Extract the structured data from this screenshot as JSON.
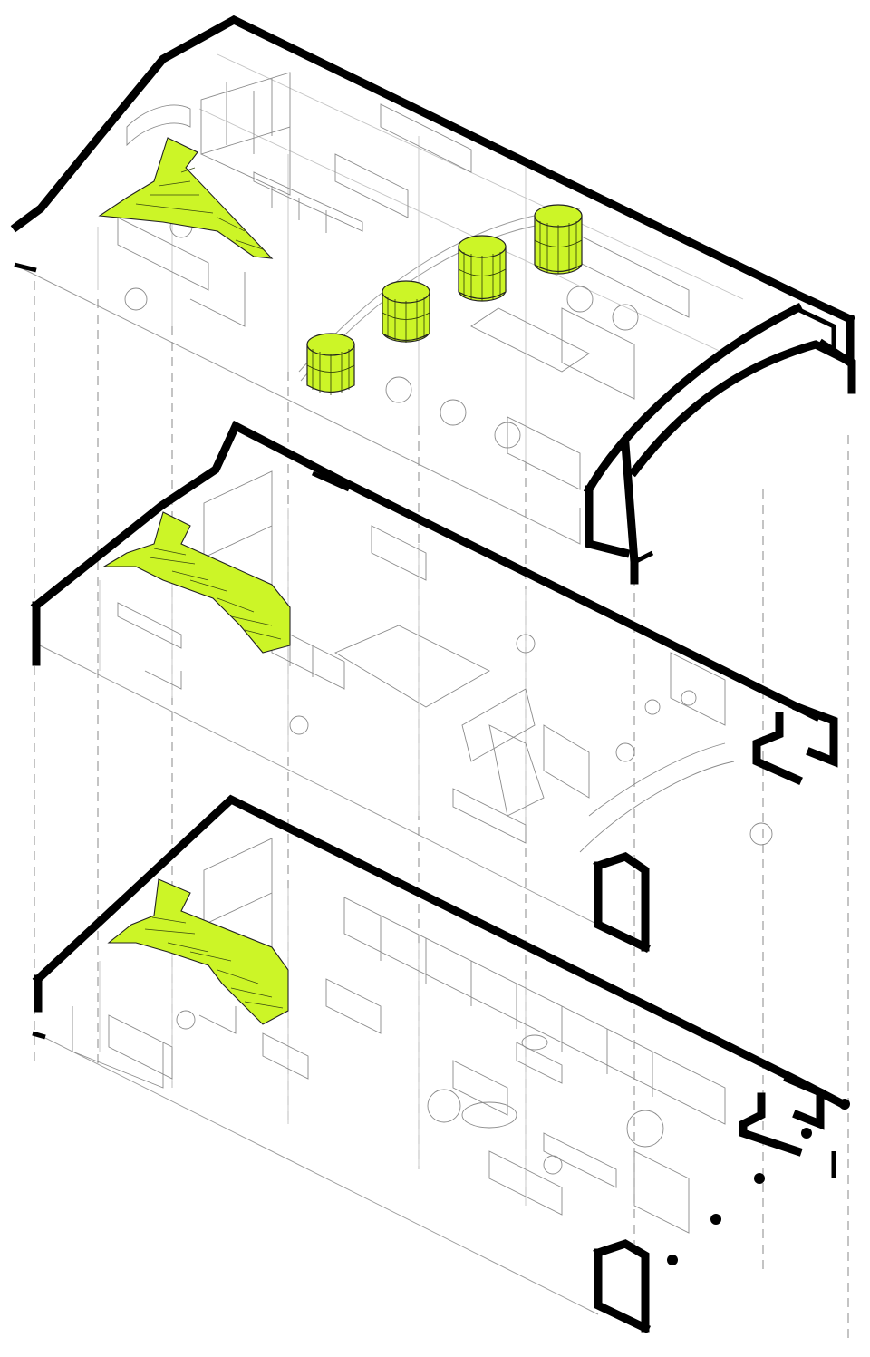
{
  "diagram": {
    "accent_color": "#ccf527",
    "line_color": "#000000",
    "floors": [
      "top-floor",
      "middle-floor",
      "bottom-floor"
    ]
  }
}
